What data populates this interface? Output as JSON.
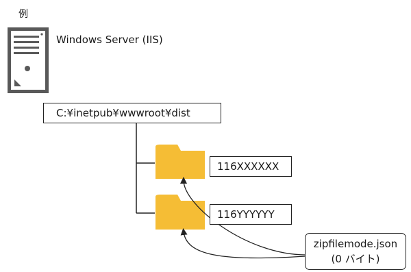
{
  "caption": "例",
  "server": {
    "icon": "server-icon",
    "label": "Windows Server (IIS)",
    "color": "#595959"
  },
  "root_path": "C:¥inetpub¥wwwroot¥dist",
  "folders": [
    {
      "icon": "folder-icon",
      "label": "116XXXXXX"
    },
    {
      "icon": "folder-icon",
      "label": "116YYYYYY"
    }
  ],
  "file": {
    "name": "zipfilemode.json",
    "size": "(0 バイト)"
  },
  "colors": {
    "folder": "#f5bd35",
    "line": "#222222"
  }
}
